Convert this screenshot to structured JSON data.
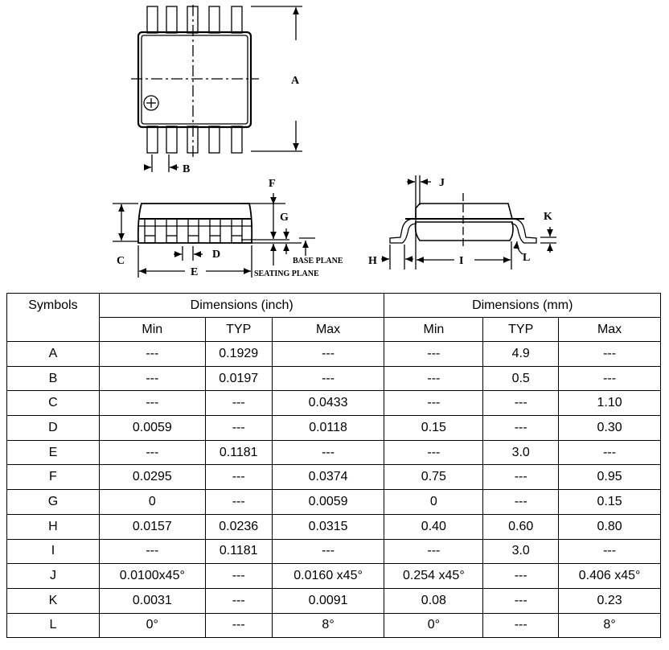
{
  "drawing": {
    "labels": {
      "A": "A",
      "B": "B",
      "C": "C",
      "D": "D",
      "E": "E",
      "F": "F",
      "G": "G",
      "H": "H",
      "I": "I",
      "J": "J",
      "K": "K",
      "L": "L"
    },
    "base_plane": "BASE PLANE",
    "seating_plane": "SEATING PLANE"
  },
  "table": {
    "symbols_header": "Symbols",
    "inch_header": "Dimensions (inch)",
    "mm_header": "Dimensions (mm)",
    "sub_headers": [
      "Min",
      "TYP",
      "Max",
      "Min",
      "TYP",
      "Max"
    ],
    "rows": [
      [
        "A",
        "---",
        "0.1929",
        "---",
        "---",
        "4.9",
        "---"
      ],
      [
        "B",
        "---",
        "0.0197",
        "---",
        "---",
        "0.5",
        "---"
      ],
      [
        "C",
        "---",
        "---",
        "0.0433",
        "---",
        "---",
        "1.10"
      ],
      [
        "D",
        "0.0059",
        "---",
        "0.0118",
        "0.15",
        "---",
        "0.30"
      ],
      [
        "E",
        "---",
        "0.1181",
        "---",
        "---",
        "3.0",
        "---"
      ],
      [
        "F",
        "0.0295",
        "---",
        "0.0374",
        "0.75",
        "---",
        "0.95"
      ],
      [
        "G",
        "0",
        "---",
        "0.0059",
        "0",
        "---",
        "0.15"
      ],
      [
        "H",
        "0.0157",
        "0.0236",
        "0.0315",
        "0.40",
        "0.60",
        "0.80"
      ],
      [
        "I",
        "---",
        "0.1181",
        "---",
        "---",
        "3.0",
        "---"
      ],
      [
        "J",
        "0.0100x45°",
        "---",
        "0.0160 x45°",
        "0.254 x45°",
        "---",
        "0.406 x45°"
      ],
      [
        "K",
        "0.0031",
        "---",
        "0.0091",
        "0.08",
        "---",
        "0.23"
      ],
      [
        "L",
        "0°",
        "---",
        "8°",
        "0°",
        "---",
        "8°"
      ]
    ]
  }
}
